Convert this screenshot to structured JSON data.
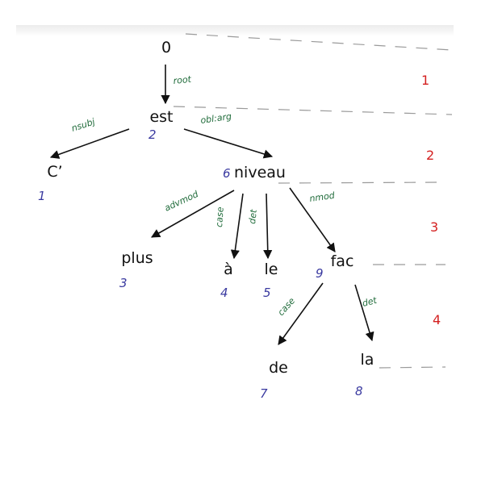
{
  "tree": {
    "nodes": [
      {
        "id": "root",
        "word": "0",
        "index": ""
      },
      {
        "id": "est",
        "word": "est",
        "index": "2"
      },
      {
        "id": "c",
        "word": "C’",
        "index": "1"
      },
      {
        "id": "niveau",
        "word": "niveau",
        "index": "6"
      },
      {
        "id": "plus",
        "word": "plus",
        "index": "3"
      },
      {
        "id": "a",
        "word": "à",
        "index": "4"
      },
      {
        "id": "le",
        "word": "le",
        "index": "5"
      },
      {
        "id": "fac",
        "word": "fac",
        "index": "9"
      },
      {
        "id": "de",
        "word": "de",
        "index": "7"
      },
      {
        "id": "la",
        "word": "la",
        "index": "8"
      }
    ],
    "edges": [
      {
        "from": "root",
        "to": "est",
        "label": "root"
      },
      {
        "from": "est",
        "to": "c",
        "label": "nsubj"
      },
      {
        "from": "est",
        "to": "niveau",
        "label": "obl:arg"
      },
      {
        "from": "niveau",
        "to": "plus",
        "label": "advmod"
      },
      {
        "from": "niveau",
        "to": "a",
        "label": "case"
      },
      {
        "from": "niveau",
        "to": "le",
        "label": "det"
      },
      {
        "from": "niveau",
        "to": "fac",
        "label": "nmod"
      },
      {
        "from": "fac",
        "to": "de",
        "label": "case"
      },
      {
        "from": "fac",
        "to": "la",
        "label": "det"
      }
    ],
    "levels": [
      "1",
      "2",
      "3",
      "4"
    ],
    "colors": {
      "words": "#111111",
      "indices": "#3a3aa0",
      "relations": "#1f6b3a",
      "levels": "#d42020"
    }
  }
}
